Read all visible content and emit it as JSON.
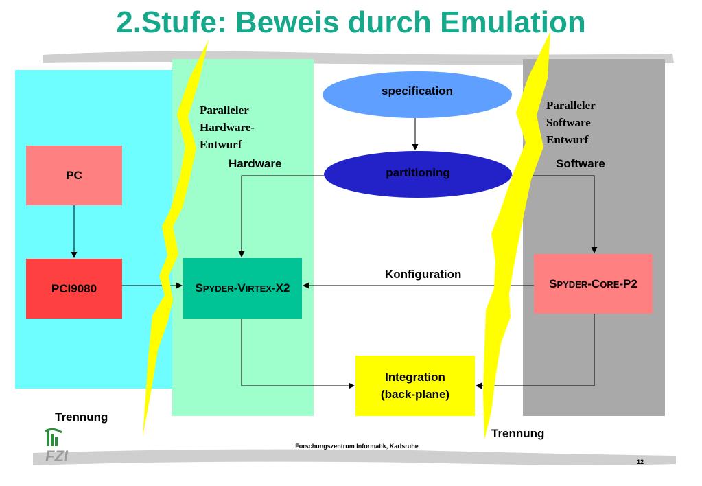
{
  "title": "2.Stufe: Beweis durch Emulation",
  "colors": {
    "title": "#16a88a",
    "panel_left": "#6efeff",
    "panel_hardware": "#9effcc",
    "panel_software": "#a9a9a9",
    "pc_box": "#ff8080",
    "pci_box": "#ff4040",
    "virtex_box": "#00c496",
    "core_box": "#ff8080",
    "integration_box": "#ffff00",
    "spec_ellipse": "#5f9fff",
    "part_ellipse": "#2222c8",
    "lightning": "#ffff00"
  },
  "boxes": {
    "pc": "PC",
    "pci": "PCI9080",
    "virtex": {
      "big_s": "S",
      "small_pyder": "PYDER",
      "dash_v": "-V",
      "small_irtex": "IRTEX",
      "tail": "-X2"
    },
    "core": {
      "big_s": "S",
      "small_pyder": "PYDER",
      "dash_c": "-C",
      "small_ore": "ORE",
      "tail": "-P2"
    },
    "integration": "Integration\n(back-plane)"
  },
  "ellipses": {
    "specification": "specification",
    "partitioning": "partitioning"
  },
  "labels": {
    "hardware": "Hardware",
    "software": "Software",
    "konfiguration": "Konfiguration",
    "trennung_left": "Trennung",
    "trennung_right": "Trennung",
    "paralleler_hw": "Paralleler\nHardware-\nEntwurf",
    "paralleler_sw": "Paralleler\nSoftware\nEntwurf"
  },
  "footer": {
    "institute": "Forschungszentrum Informatik, Karlsruhe",
    "page_number": "12",
    "logo_text": "FZI",
    "logo_icon": "fzi-logo-icon"
  }
}
